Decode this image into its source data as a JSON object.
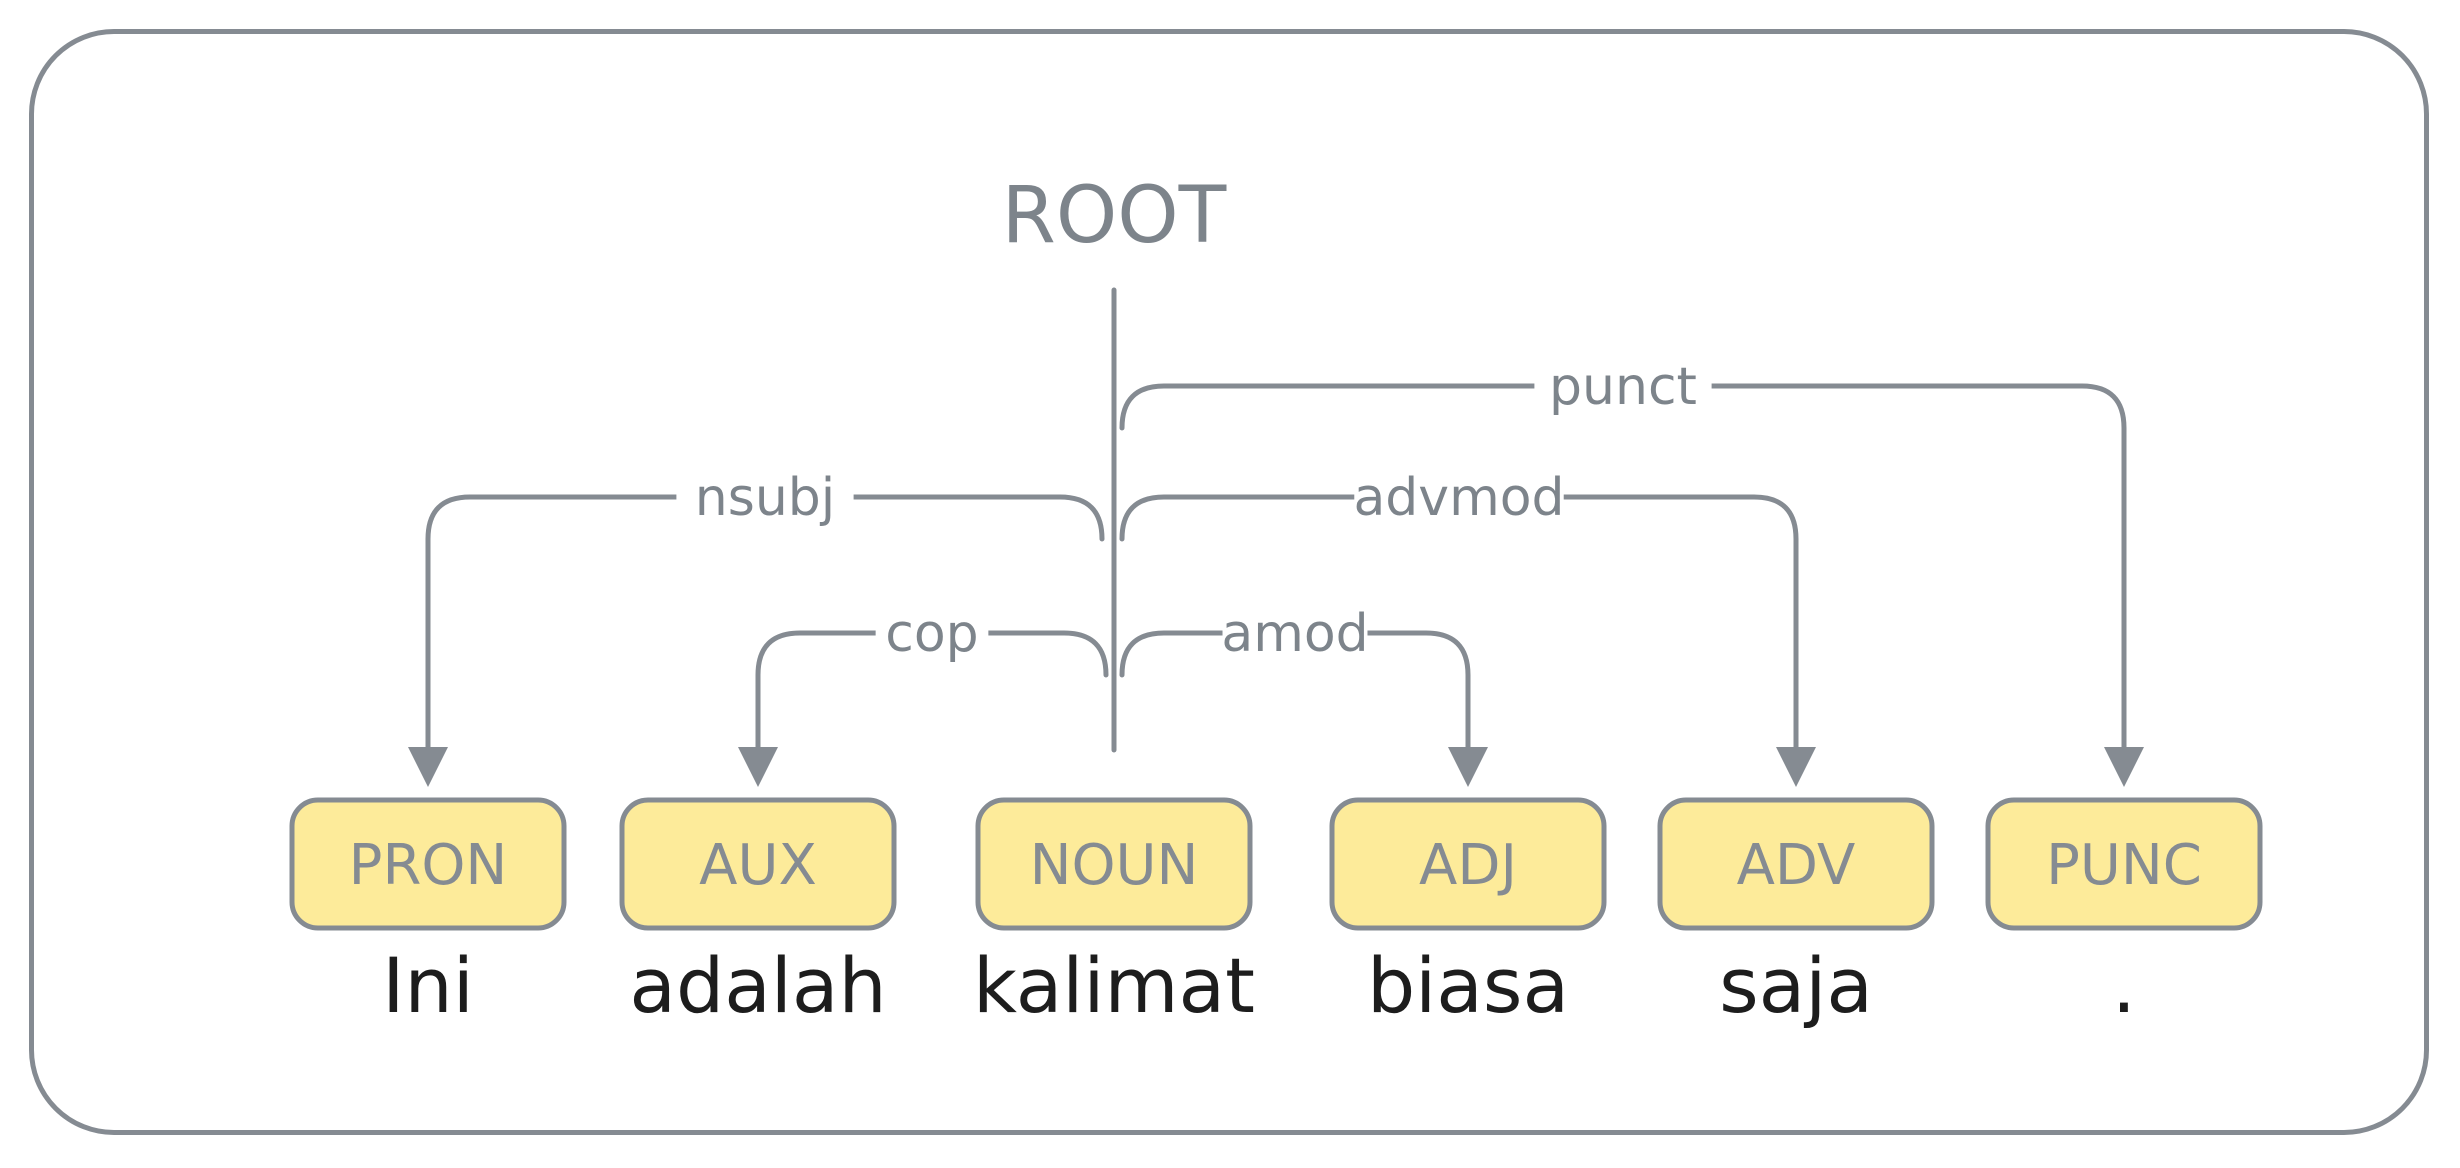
{
  "root_label": "ROOT",
  "root_token_index": 2,
  "tokens": [
    {
      "word": "Ini",
      "pos": "PRON"
    },
    {
      "word": "adalah",
      "pos": "AUX"
    },
    {
      "word": "kalimat",
      "pos": "NOUN"
    },
    {
      "word": "biasa",
      "pos": "ADJ"
    },
    {
      "word": "saja",
      "pos": "ADV"
    },
    {
      "word": ".",
      "pos": "PUNC"
    }
  ],
  "arcs": [
    {
      "head": 2,
      "dependent": 0,
      "label": "nsubj",
      "level": 2
    },
    {
      "head": 2,
      "dependent": 1,
      "label": "cop",
      "level": 1
    },
    {
      "head": 2,
      "dependent": 3,
      "label": "amod",
      "level": 1
    },
    {
      "head": 2,
      "dependent": 4,
      "label": "advmod",
      "level": 2
    },
    {
      "head": 2,
      "dependent": 5,
      "label": "punct",
      "level": 3
    }
  ],
  "colors": {
    "line": "#858b92",
    "pos_fill": "#fdeb9a",
    "word": "#1d1d1d"
  }
}
